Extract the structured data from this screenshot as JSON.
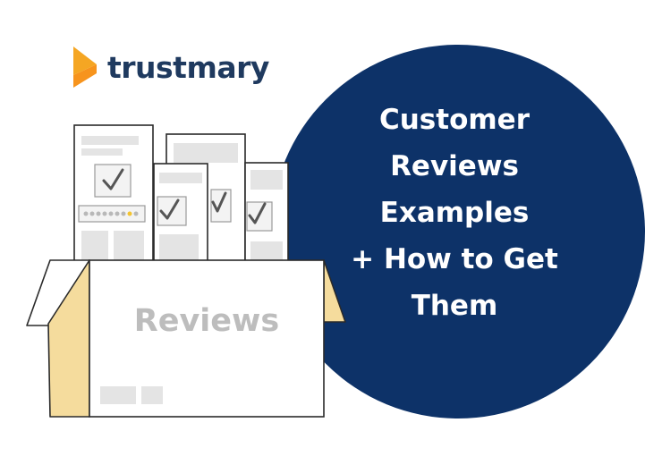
{
  "brand": {
    "name": "trustmary",
    "logo_icon": "trustmary-chevron-logo",
    "name_color": "#1f3a5f",
    "logo_colors": [
      "#f5a623",
      "#f7941d"
    ]
  },
  "headline": {
    "lines": [
      "Customer",
      "Reviews",
      "Examples",
      "+ How to Get",
      "Them"
    ],
    "text_color": "#ffffff"
  },
  "circle": {
    "color": "#0d3268"
  },
  "illustration": {
    "box_label": "Reviews",
    "box_label_color": "#bdbdbd",
    "box_inner_color": "#f5dc9d",
    "outline_color": "#2a2a2a",
    "placeholder_color": "#e4e4e4",
    "rating_star_color": "#f4c430",
    "icons": [
      "document-icon",
      "checkmark-icon",
      "star-rating-icon",
      "cardboard-box-icon"
    ]
  }
}
